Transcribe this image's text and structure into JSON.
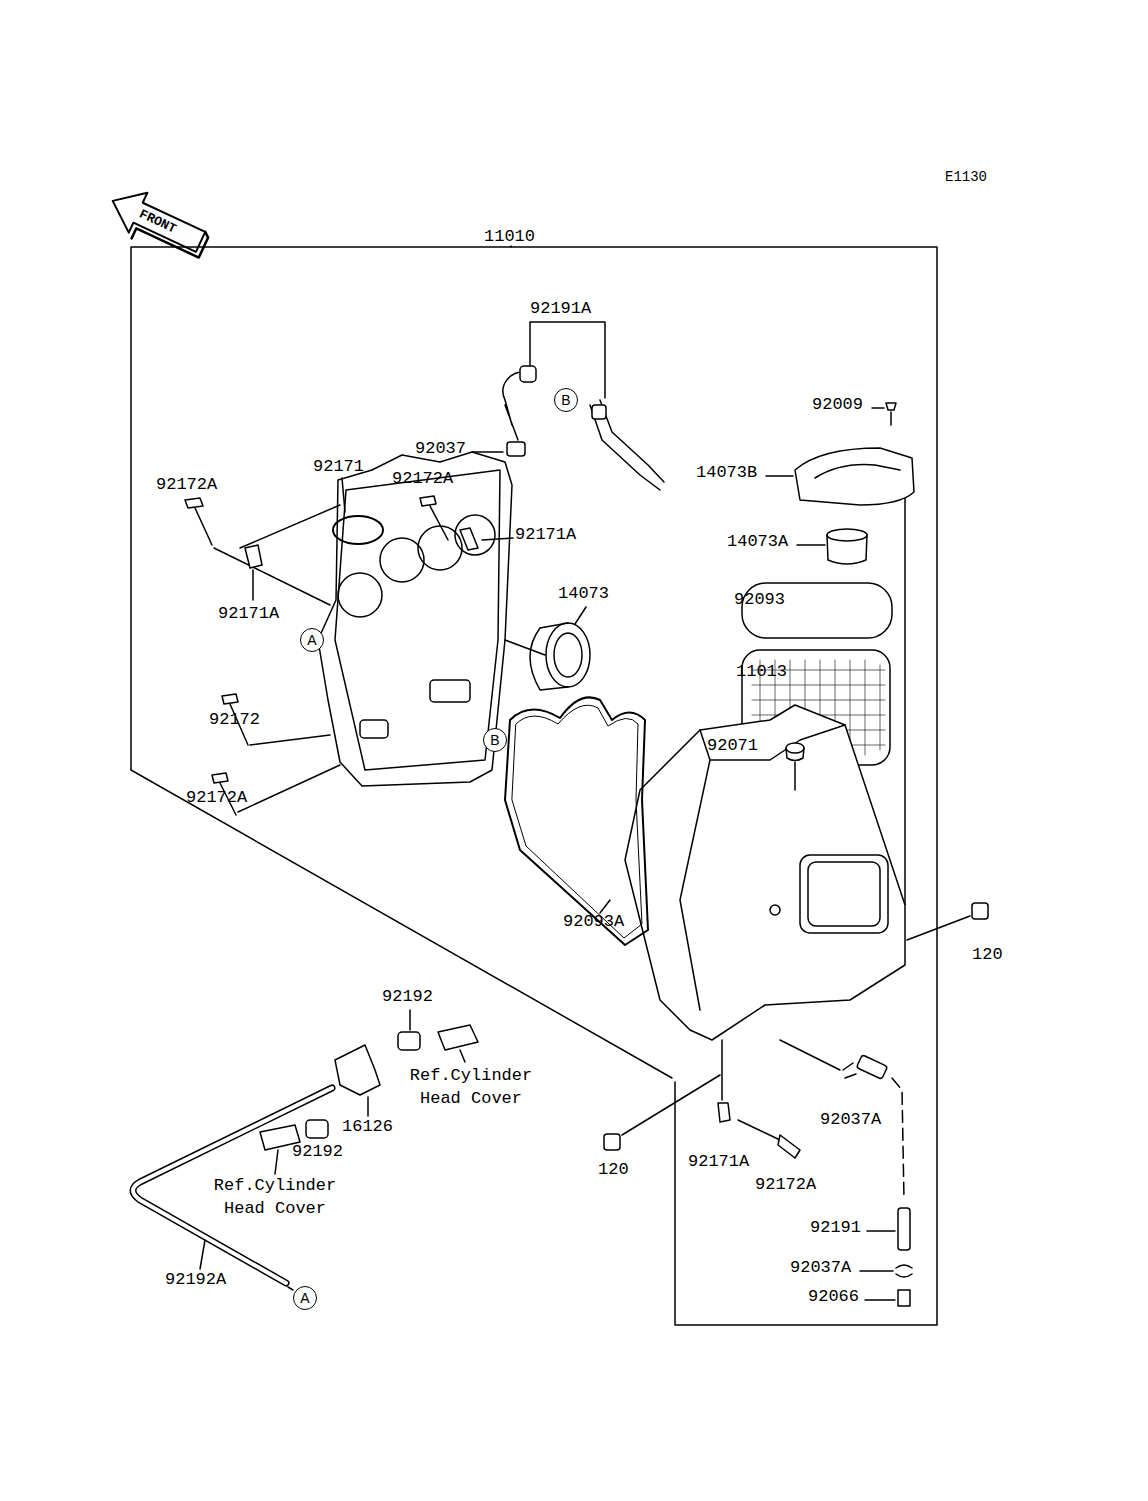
{
  "diagram": {
    "nodes": [
      {
        "text": [
          "B"
        ]
      },
      {
        "text": [
          "A"
        ]
      },
      {
        "text": [
          "B"
        ]
      },
      {
        "text": [
          "A"
        ]
      }
    ],
    "labels": [
      "E1130",
      "FRONT",
      "11010",
      "92191A",
      "92009",
      "92037",
      "92171",
      "14073B",
      "92172A",
      "92172A",
      "92171A",
      "14073A",
      "14073",
      "92093",
      "92171A",
      "11013",
      "92172",
      "92071",
      "92172A",
      "92093A",
      "120",
      "92192",
      "Ref.Cylinder Head Cover",
      "92037A",
      "16126",
      "92192",
      "120",
      "92171A",
      "92172A",
      "Ref.Cylinder Head Cover",
      "92191",
      "92037A",
      "92192A",
      "92066"
    ]
  }
}
